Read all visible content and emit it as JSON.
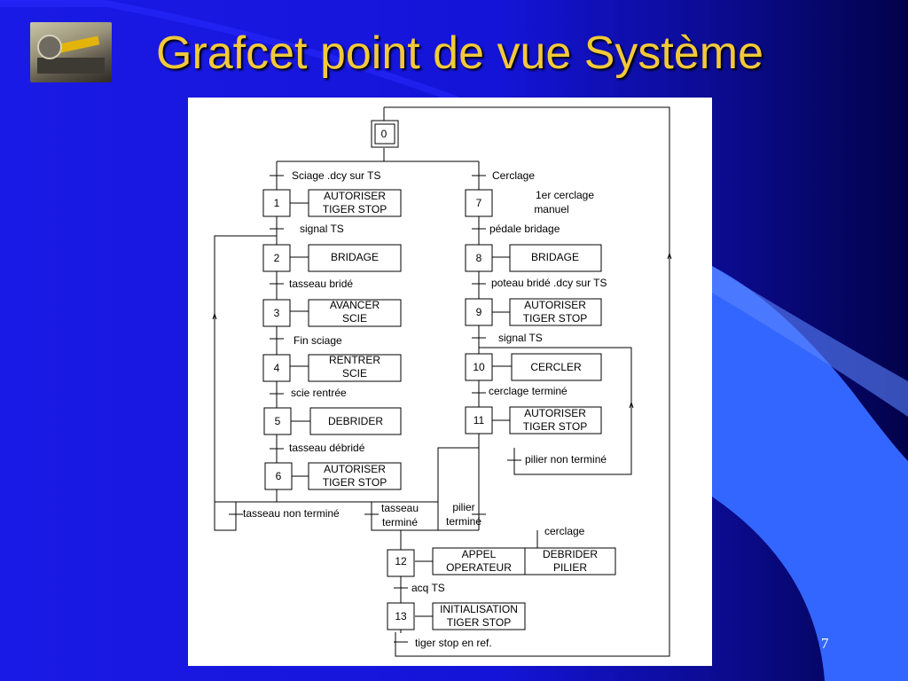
{
  "slide": {
    "title": "Grafcet point de vue Système",
    "page_number": "7",
    "colors": {
      "background": "#1414d8",
      "title": "#f2c93a",
      "accent_shape": "#3366ff"
    }
  },
  "grafcet": {
    "steps": [
      {
        "num": "0",
        "actions": []
      },
      {
        "num": "1",
        "actions": [
          [
            "AUTORISER",
            "TIGER STOP"
          ]
        ]
      },
      {
        "num": "2",
        "actions": [
          [
            "BRIDAGE"
          ]
        ]
      },
      {
        "num": "3",
        "actions": [
          [
            "AVANCER",
            "SCIE"
          ]
        ]
      },
      {
        "num": "4",
        "actions": [
          [
            "RENTRER",
            "SCIE"
          ]
        ]
      },
      {
        "num": "5",
        "actions": [
          [
            "DEBRIDER"
          ]
        ]
      },
      {
        "num": "6",
        "actions": [
          [
            "AUTORISER",
            "TIGER STOP"
          ]
        ]
      },
      {
        "num": "7",
        "actions": [],
        "note": [
          "1er cerclage",
          "manuel"
        ]
      },
      {
        "num": "8",
        "actions": [
          [
            "BRIDAGE"
          ]
        ]
      },
      {
        "num": "9",
        "actions": [
          [
            "AUTORISER",
            "TIGER STOP"
          ]
        ]
      },
      {
        "num": "10",
        "actions": [
          [
            "CERCLER"
          ]
        ]
      },
      {
        "num": "11",
        "actions": [
          [
            "AUTORISER",
            "TIGER STOP"
          ]
        ]
      },
      {
        "num": "12",
        "actions": [
          [
            "APPEL",
            "OPERATEUR"
          ],
          [
            "DEBRIDER",
            "PILIER"
          ]
        ]
      },
      {
        "num": "13",
        "actions": [
          [
            "INITIALISATION",
            "TIGER STOP"
          ]
        ]
      }
    ],
    "transitions": [
      {
        "label": [
          "Sciage .dcy sur TS"
        ]
      },
      {
        "label": [
          "Cerclage"
        ]
      },
      {
        "label": [
          "signal TS"
        ]
      },
      {
        "label": [
          "tasseau bridé"
        ]
      },
      {
        "label": [
          "Fin sciage"
        ]
      },
      {
        "label": [
          "scie rentrée"
        ]
      },
      {
        "label": [
          "tasseau débridé"
        ]
      },
      {
        "label": [
          "tasseau non terminé"
        ]
      },
      {
        "label": [
          "tasseau",
          "terminé"
        ]
      },
      {
        "label": [
          "pédale bridage"
        ]
      },
      {
        "label": [
          "poteau bridé .dcy sur TS"
        ]
      },
      {
        "label": [
          "signal TS"
        ]
      },
      {
        "label": [
          "cerclage terminé"
        ]
      },
      {
        "label": [
          "pilier non terminé"
        ]
      },
      {
        "label": [
          "pilier",
          "terminé"
        ]
      },
      {
        "label": [
          "cerclage"
        ]
      },
      {
        "label": [
          "acq TS"
        ]
      },
      {
        "label": [
          "tiger stop en ref."
        ]
      }
    ]
  }
}
